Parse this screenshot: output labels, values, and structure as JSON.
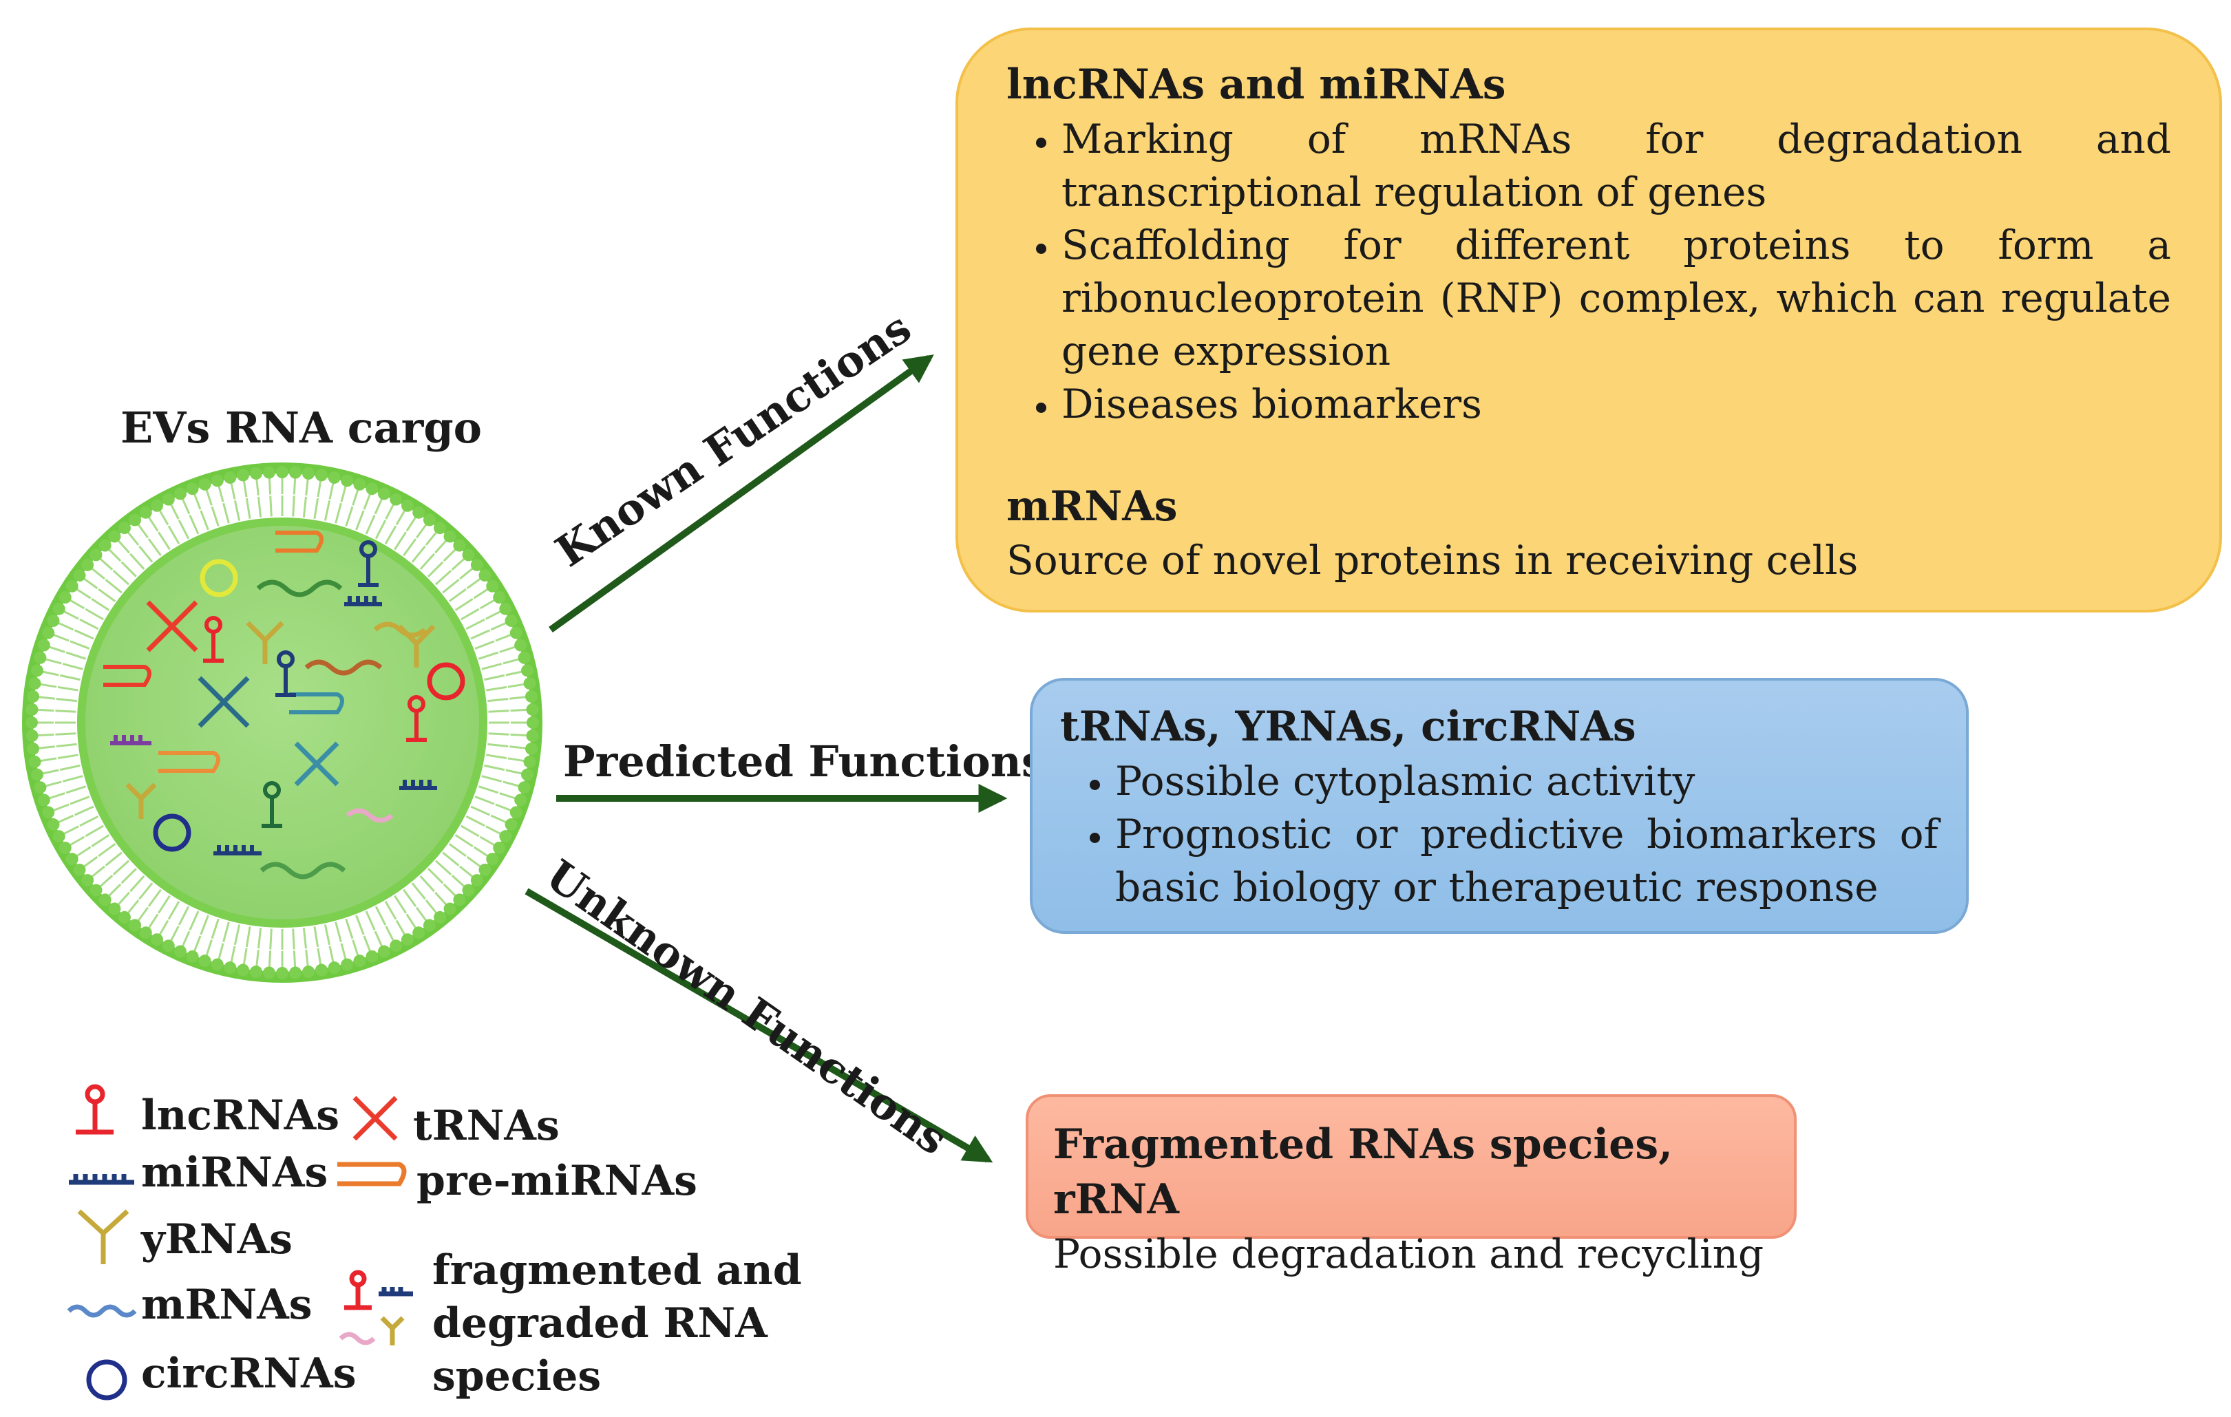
{
  "ev": {
    "title": "EVs RNA cargo"
  },
  "arrows": {
    "known": "Known Functions",
    "predicted": "Predicted Functions",
    "unknown": "Unknown Functions"
  },
  "known_box": {
    "heading1": "lncRNAs and miRNAs",
    "bullets": [
      "Marking of mRNAs for degradation and transcriptional regulation of genes",
      "Scaffolding for different proteins to form a ribonucleoprotein (RNP) complex, which can regulate gene expression",
      "Diseases biomarkers"
    ],
    "heading2": "mRNAs",
    "text2": "Source of novel proteins in receiving cells"
  },
  "predicted_box": {
    "heading": "tRNAs, YRNAs, circRNAs",
    "bullets": [
      "Possible cytoplasmic activity",
      "Prognostic or predictive biomarkers of basic biology or therapeutic response"
    ]
  },
  "unknown_box": {
    "heading": "Fragmented RNAs species, rRNA",
    "text": "Possible degradation and recycling"
  },
  "legend": {
    "lncrna": "lncRNAs",
    "trna": "tRNAs",
    "mirna": "miRNAs",
    "premirna": "pre-miRNAs",
    "yrna": "yRNAs",
    "mrna": "mRNAs",
    "circrna": "circRNAs",
    "fragmented_line1": "fragmented and",
    "fragmented_line2": "degraded RNA",
    "fragmented_line3": "species"
  },
  "colors": {
    "arrow": "#1f5a1a",
    "membrane": "#7ccf4f",
    "lumen": "#9bd87a",
    "known_fill": "#fbd576",
    "predicted_fill": "#95c2ea",
    "unknown_fill": "#fbaf94"
  }
}
